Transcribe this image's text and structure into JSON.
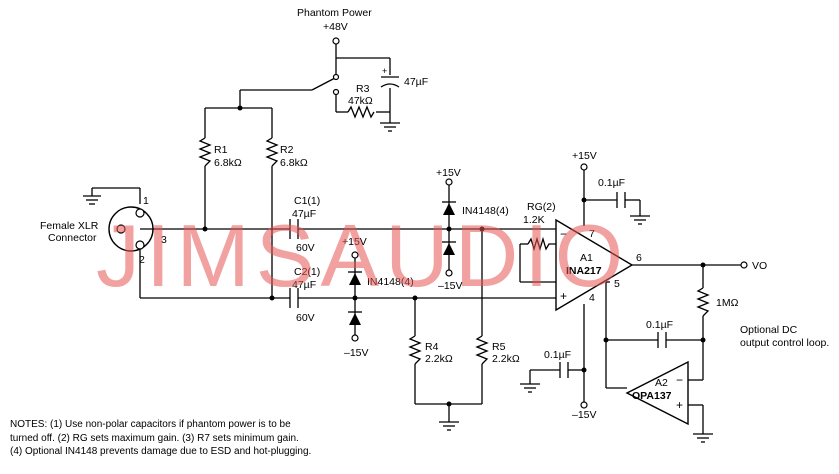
{
  "title": "Phantom Power",
  "supply_p48": "+48V",
  "cap_47uF": "47µF",
  "r3_label": "R3",
  "r3_value": "47kΩ",
  "r1_label": "R1",
  "r1_value": "6.8kΩ",
  "r2_label": "R2",
  "r2_value": "6.8kΩ",
  "xlr_label_1": "Female XLR",
  "xlr_label_2": "Connector",
  "pin1": "1",
  "pin2": "2",
  "pin3": "3",
  "c1_label": "C1(1)",
  "c1_value": "47µF",
  "c1_voltage": "60V",
  "c2_label": "C2(1)",
  "c2_value": "47µF",
  "c2_voltage": "60V",
  "p15_a": "+15V",
  "p15_b": "+15V",
  "p15_c": "+15V",
  "m15_a": "–15V",
  "m15_b": "–15V",
  "m15_c": "–15V",
  "diode_label_a": "IN4148(4)",
  "diode_label_b": "IN4148(4)",
  "rg_label": "RG(2)",
  "rg_value": "1.2K",
  "r4_label": "R4",
  "r4_value": "2.2kΩ",
  "r5_label": "R5",
  "r5_value": "2.2kΩ",
  "a1_label": "A1",
  "a1_part": "INA217",
  "pin_7": "7",
  "pin_6": "6",
  "pin_5": "5",
  "pin_4": "4",
  "cap_01_a": "0.1µF",
  "cap_01_b": "0.1µF",
  "cap_01_c": "0.1µF",
  "r_1m": "1MΩ",
  "vo": "VO",
  "a2_label": "A2",
  "a2_part": "OPA137",
  "dc_loop_1": "Optional DC",
  "dc_loop_2": "output control loop.",
  "notes": [
    "NOTES: (1) Use non-polar capacitors if phantom power is to be",
    "turned off. (2) RG sets maximum gain. (3) R7 sets minimum gain.",
    "(4) Optional IN4148 prevents damage due to ESD and hot-plugging."
  ],
  "watermark": "JIMSAUDIO"
}
